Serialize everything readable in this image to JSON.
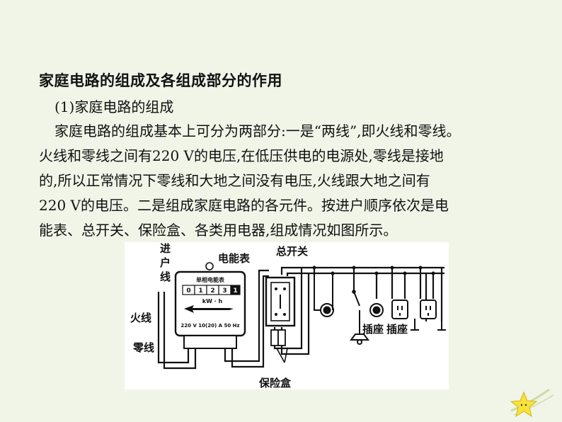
{
  "heading": "家庭电路的组成及各组成部分的作用",
  "subheading": "(1)家庭电路的组成",
  "paragraph_lines": [
    "家庭电路的组成基本上可分为两部分:一是“两线”,即火线和零线。",
    "火线和零线之间有220 V的电压,在低压供电的电源处,零线是接地",
    "的,所以正常情况下零线和大地之间没有电压,火线跟大地之间有",
    "220 V的电压。二是组成家庭电路的各元件。按进户顺序依次是电",
    "能表、总开关、保险盒、各类用电器,组成情况如图所示。"
  ],
  "figure": {
    "label_incoming_1": "进",
    "label_incoming_2": "户",
    "label_incoming_3": "线",
    "label_meter": "电能表",
    "label_main_switch": "总开关",
    "label_live": "火线",
    "label_neutral": "零线",
    "label_fuse_box": "保险盒",
    "label_socket_1": "插座",
    "label_socket_2": "插座",
    "meter_title": "单相电能表",
    "meter_digits": [
      "0",
      "1",
      "2",
      "3",
      "1"
    ],
    "meter_unit": "kW · h",
    "meter_rating": "220 V  10(20) A 50 Hz"
  }
}
